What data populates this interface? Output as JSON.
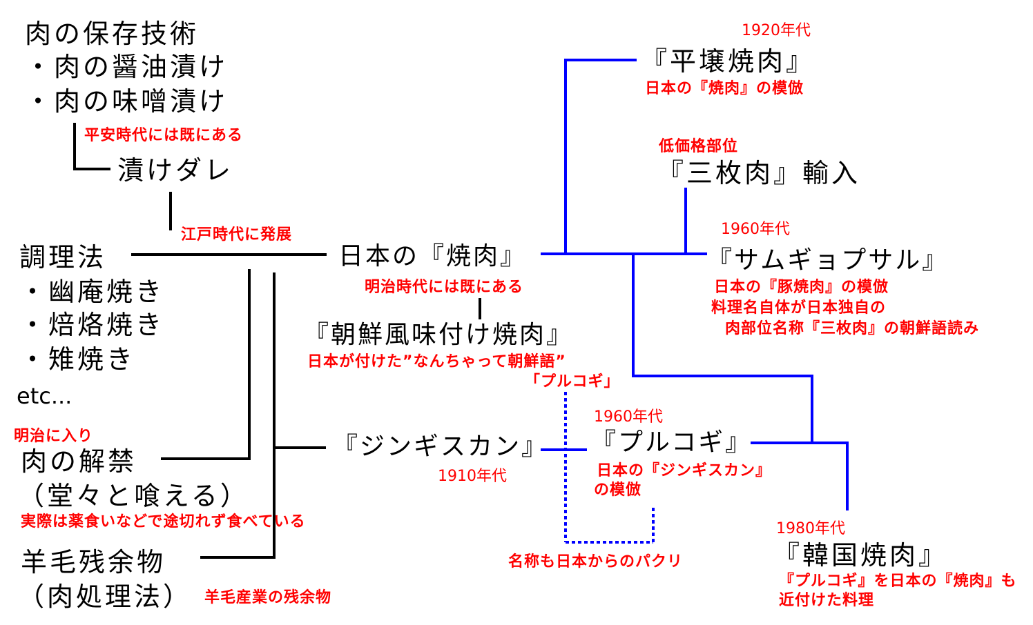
{
  "colors": {
    "black": "#000000",
    "blue": "#0000ff",
    "red": "#ff0000"
  },
  "left": {
    "preservation": [
      "肉の保存技術",
      "・肉の醤油漬け",
      "・肉の味噌漬け"
    ],
    "heian_note": "平安時代には既にある",
    "marinade": "漬けダレ",
    "edo_note": "江戸時代に発展",
    "cooking": [
      "調理法",
      "・幽庵焼き",
      "・焙烙焼き",
      "・雉焼き"
    ],
    "etc": "etc...",
    "meiji_note": "明治に入り",
    "ban_lift": [
      "肉の解禁",
      "（堂々と喰える）"
    ],
    "actually_note": "実際は薬食いなどで途切れず食べている",
    "wool": [
      "羊毛残余物",
      "（肉処理法）"
    ],
    "wool_note": "羊毛産業の残余物"
  },
  "center": {
    "japan_yakiniku": "日本の『焼肉』",
    "meiji_existing_note": "明治時代には既にある",
    "korean_style": "『朝鮮風味付け焼肉』",
    "korean_style_note": "日本が付けた”なんちゃって朝鮮語”",
    "bulgogi_quote": "「プルコギ」",
    "genghis": "『ジンギスカン』",
    "genghis_year": "1910年代",
    "bulgogi_year": "1960年代",
    "bulgogi": "『プルコギ』",
    "bulgogi_note": [
      "日本の『ジンギスカン』",
      "の模倣"
    ],
    "name_copy_note": "名称も日本からのパクリ"
  },
  "right": {
    "pyongyang_year": "1920年代",
    "pyongyang": "『平壌焼肉』",
    "pyongyang_note": "日本の『焼肉』の模倣",
    "cheap_note": "低価格部位",
    "samaimaniku": "『三枚肉』輸入",
    "samgyeopsal_year": "1960年代",
    "samgyeopsal": "『サムギョプサル』",
    "samgyeopsal_note": [
      "日本の『豚焼肉』の模倣",
      "料理名自体が日本独自の",
      "肉部位名称『三枚肉』の朝鮮語読み"
    ],
    "korean_yakiniku_year": "1980年代",
    "korean_yakiniku": "『韓国焼肉』",
    "korean_yakiniku_note": [
      "『プルコギ』を日本の『焼肉』も",
      "近付けた料理"
    ]
  }
}
